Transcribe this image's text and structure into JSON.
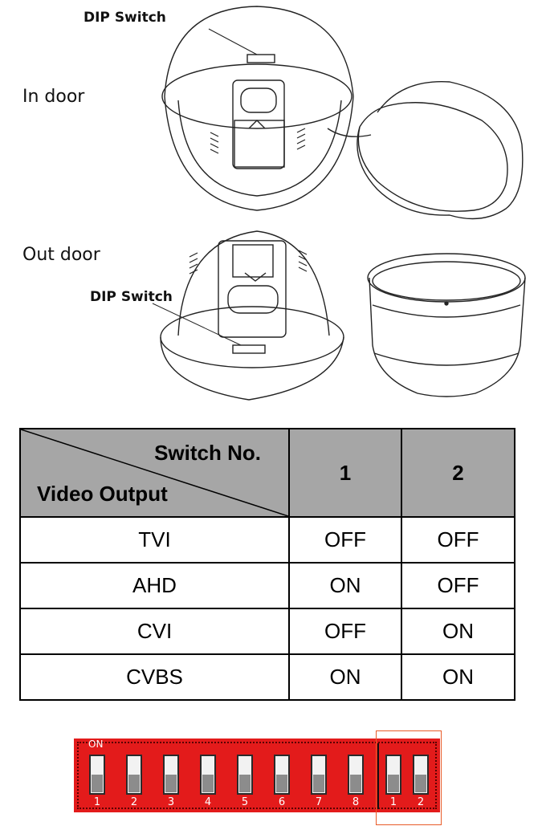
{
  "figure": {
    "dip_switch_label_top": "DIP Switch",
    "indoor_label": "In door",
    "outdoor_label": "Out door",
    "dip_switch_label_bottom": "DIP Switch"
  },
  "table": {
    "header_switch": "Switch No.",
    "header_video": "Video Output",
    "col1": "1",
    "col2": "2",
    "rows": [
      {
        "name": "TVI",
        "s1": "OFF",
        "s2": "OFF"
      },
      {
        "name": "AHD",
        "s1": "ON",
        "s2": "OFF"
      },
      {
        "name": "CVI",
        "s1": "OFF",
        "s2": "ON"
      },
      {
        "name": "CVBS",
        "s1": "ON",
        "s2": "ON"
      }
    ]
  },
  "switch_graphic": {
    "on_label": "ON",
    "numbers": [
      "1",
      "2",
      "3",
      "4",
      "5",
      "6",
      "7",
      "8",
      "1",
      "2"
    ],
    "colors": {
      "body": "#e31b1b",
      "highlight": "#e85c2a"
    }
  }
}
